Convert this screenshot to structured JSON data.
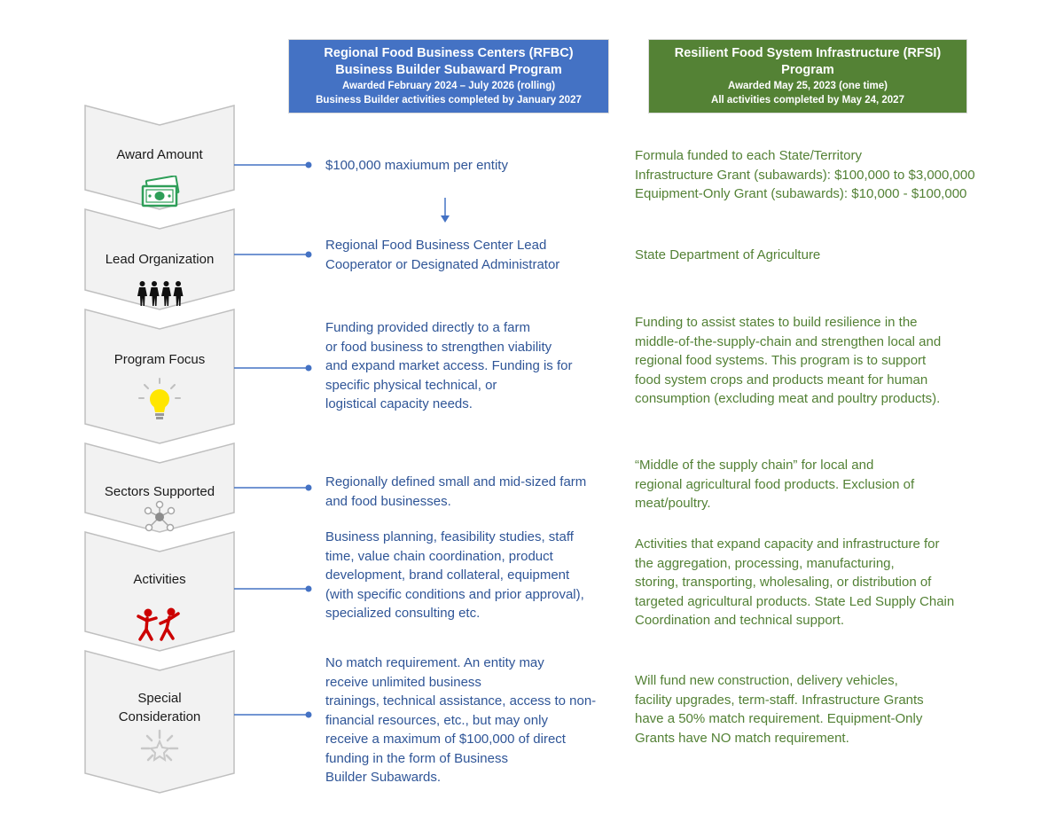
{
  "headers": {
    "rfbc": {
      "title_lines": [
        "Regional Food Business Centers (RFBC)",
        "Business Builder Subaward Program"
      ],
      "sub_lines": [
        "Awarded February 2024 – July 2026 (rolling)",
        "Business Builder activities completed by January 2027"
      ]
    },
    "rfsi": {
      "title_lines": [
        "Resilient Food System Infrastructure (RFSI)",
        "Program"
      ],
      "sub_lines": [
        "Awarded May 25, 2023 (one time)",
        "All activities completed by May 24, 2027"
      ]
    }
  },
  "stages": [
    {
      "label_lines": [
        "Award Amount"
      ],
      "icon": "money-icon",
      "rfbc_lines": [
        "$100,000 maxiumum per entity"
      ],
      "rfsi_lines": [
        "Formula funded to each State/Territory",
        "Infrastructure Grant (subawards): $100,000 to $3,000,000",
        "Equipment-Only Grant (subawards): $10,000 - $100,000"
      ]
    },
    {
      "label_lines": [
        "Lead Organization"
      ],
      "icon": "people-icon",
      "rfbc_lines": [
        "Regional Food Business Center Lead",
        "Cooperator or Designated Administrator"
      ],
      "rfsi_lines": [
        "State Department of Agriculture"
      ]
    },
    {
      "label_lines": [
        "Program Focus"
      ],
      "icon": "lightbulb-icon",
      "rfbc_lines": [
        "Funding provided directly to a farm",
        "or food business to strengthen viability",
        "and expand market access. Funding is for",
        "specific physical technical, or",
        "logistical capacity needs."
      ],
      "rfsi_lines": [
        "Funding to assist states to build resilience in the",
        "middle-of-the-supply-chain and strengthen local and",
        "regional food systems. This program is to support",
        "food system crops and products meant for human",
        "consumption (excluding meat and poultry products)."
      ]
    },
    {
      "label_lines": [
        "Sectors Supported"
      ],
      "icon": "network-icon",
      "rfbc_lines": [
        "Regionally defined small and mid-sized farm",
        "and food businesses."
      ],
      "rfsi_lines": [
        "“Middle of the supply chain” for local and",
        "regional agricultural food products. Exclusion of",
        "meat/poultry."
      ]
    },
    {
      "label_lines": [
        "Activities"
      ],
      "icon": "dancers-icon",
      "rfbc_lines": [
        "Business planning, feasibility studies, staff",
        "time, value chain coordination, product",
        "development, brand collateral, equipment",
        "(with specific conditions and prior approval),",
        "specialized consulting etc."
      ],
      "rfsi_lines": [
        "Activities that expand capacity and infrastructure for",
        "the aggregation, processing, manufacturing,",
        "storing, transporting, wholesaling, or distribution of",
        "targeted agricultural products. State Led Supply Chain",
        "Coordination and technical support."
      ]
    },
    {
      "label_lines": [
        "Special",
        "Consideration"
      ],
      "icon": "sparkle-icon",
      "rfbc_lines": [
        "No match requirement. An entity may",
        "receive unlimited business",
        "trainings, technical assistance, access to non-",
        "financial resources, etc., but may only",
        "receive a maximum of $100,000 of direct",
        "funding in the form of Business",
        "Builder Subawards."
      ],
      "rfsi_lines": [
        "Will fund new construction, delivery vehicles,",
        "facility upgrades, term-staff. Infrastructure Grants",
        "have a 50% match requirement. Equipment-Only",
        "Grants have NO match requirement."
      ]
    }
  ],
  "colors": {
    "rfbc_header": "#4472c4",
    "rfsi_header": "#548235",
    "rfbc_text": "#2f5597",
    "rfsi_text": "#538135",
    "chevron_fill": "#f2f2f2",
    "chevron_stroke": "#bfbfbf",
    "connector": "#4472c4"
  }
}
